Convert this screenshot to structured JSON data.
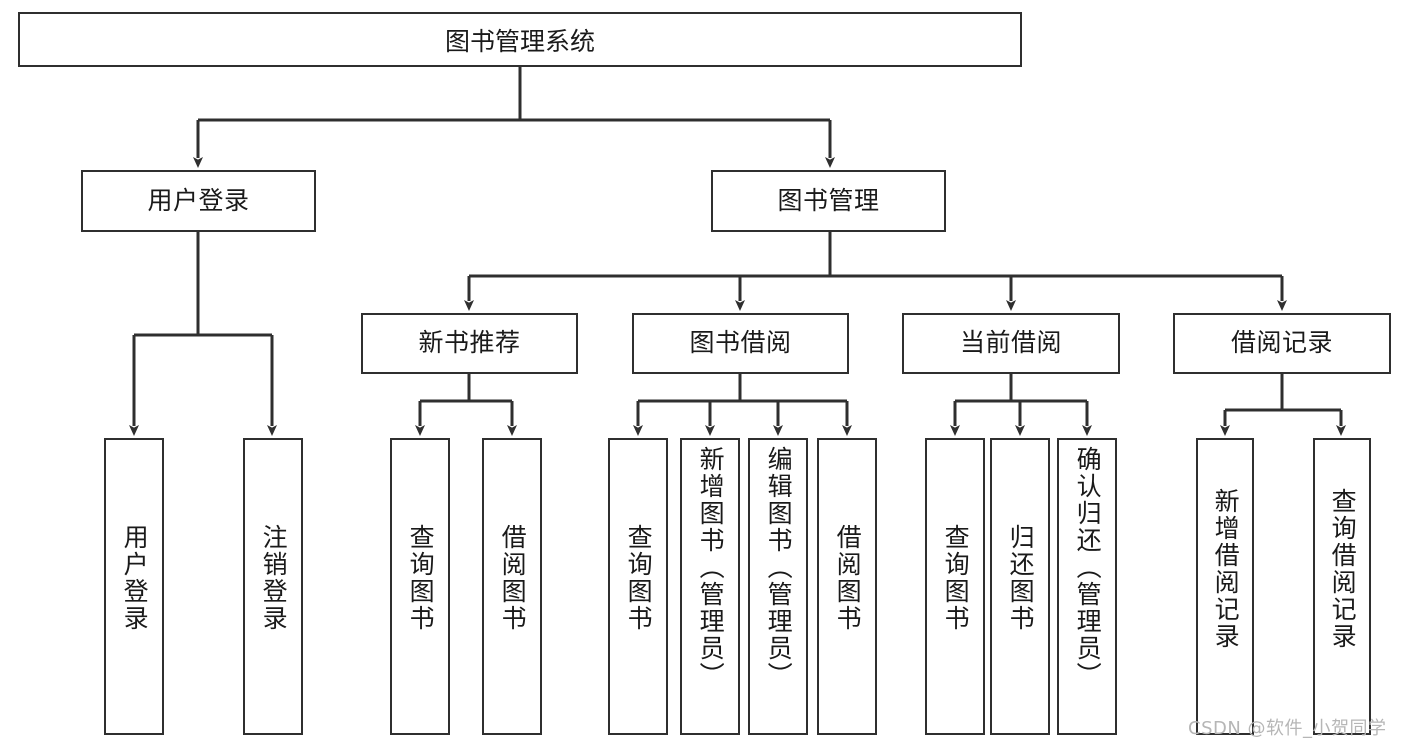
{
  "diagram": {
    "title": "图书管理系统",
    "type": "hierarchical-tree",
    "root": {
      "id": "root",
      "label": "图书管理系统"
    },
    "level2": [
      {
        "id": "user-login",
        "label": "用户登录"
      },
      {
        "id": "book-management",
        "label": "图书管理"
      }
    ],
    "level3": [
      {
        "id": "new-book-recommend",
        "label": "新书推荐",
        "parent": "book-management"
      },
      {
        "id": "book-borrow",
        "label": "图书借阅",
        "parent": "book-management"
      },
      {
        "id": "current-borrow",
        "label": "当前借阅",
        "parent": "book-management"
      },
      {
        "id": "borrow-record",
        "label": "借阅记录",
        "parent": "book-management"
      }
    ],
    "leaves": {
      "user_login": [
        {
          "id": "leaf-user-login",
          "label": "用户登录"
        },
        {
          "id": "leaf-logout-login",
          "label": "注销登录"
        }
      ],
      "new_book_recommend": [
        {
          "id": "leaf-query-book-1",
          "label": "查询图书"
        },
        {
          "id": "leaf-borrow-book-1",
          "label": "借阅图书"
        }
      ],
      "book_borrow": [
        {
          "id": "leaf-query-book-2",
          "label": "查询图书"
        },
        {
          "id": "leaf-add-book",
          "label": "新增图书（管理员）"
        },
        {
          "id": "leaf-edit-book",
          "label": "编辑图书（管理员）"
        },
        {
          "id": "leaf-borrow-book-2",
          "label": "借阅图书"
        }
      ],
      "current_borrow": [
        {
          "id": "leaf-query-book-3",
          "label": "查询图书"
        },
        {
          "id": "leaf-return-book",
          "label": "归还图书"
        },
        {
          "id": "leaf-confirm-return",
          "label": "确认归还（管理员）"
        }
      ],
      "borrow_record": [
        {
          "id": "leaf-add-borrow-record",
          "label": "新增借阅记录"
        },
        {
          "id": "leaf-query-borrow-record",
          "label": "查询借阅记录"
        }
      ]
    },
    "watermark": "CSDN @软件_小贺同学",
    "colors": {
      "border": "#2f2f2f",
      "background": "#ffffff",
      "text": "#1a1a1a",
      "watermark": "#b6b6b6"
    }
  }
}
